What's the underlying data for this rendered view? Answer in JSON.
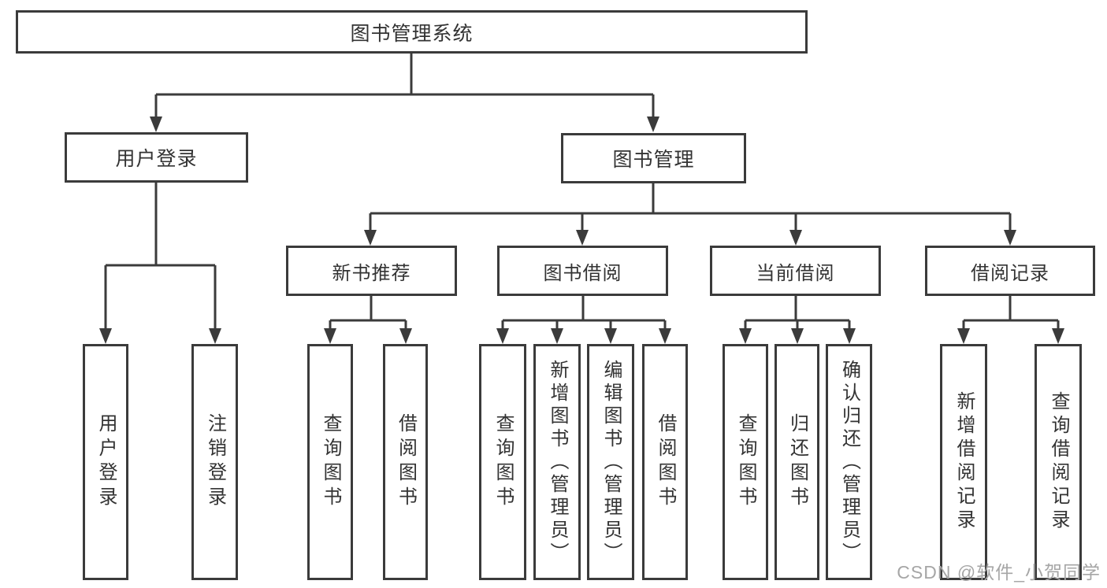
{
  "diagram": {
    "root": {
      "label": "图书管理系统"
    },
    "level2": [
      {
        "label": "用户登录"
      },
      {
        "label": "图书管理"
      }
    ],
    "level3": [
      {
        "label": "新书推荐"
      },
      {
        "label": "图书借阅"
      },
      {
        "label": "当前借阅"
      },
      {
        "label": "借阅记录"
      }
    ],
    "leaves": {
      "user_login": [
        {
          "label": "用户登录"
        },
        {
          "label": "注销登录"
        }
      ],
      "new_book_recommend": [
        {
          "label": "查询图书"
        },
        {
          "label": "借阅图书"
        }
      ],
      "book_borrowing": [
        {
          "label": "查询图书"
        },
        {
          "label": "新增图书（管理员）"
        },
        {
          "label": "编辑图书（管理员）"
        },
        {
          "label": "借阅图书"
        }
      ],
      "current_borrowing": [
        {
          "label": "查询图书"
        },
        {
          "label": "归还图书"
        },
        {
          "label": "确认归还（管理员）"
        }
      ],
      "borrowing_records": [
        {
          "label": "新增借阅记录"
        },
        {
          "label": "查询借阅记录"
        }
      ]
    }
  },
  "watermark": "CSDN @软件_小贺同学",
  "colors": {
    "line": "#3b3b3b",
    "text": "#333333",
    "watermark": "#a6a6a6",
    "background": "#ffffff"
  }
}
